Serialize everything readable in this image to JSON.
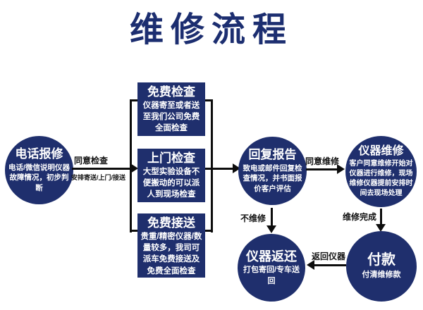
{
  "page": {
    "title": "维修流程"
  },
  "colors": {
    "node_fill": "#1f2f6d",
    "title_text": "#1c2e70",
    "line": "#0d0d0d",
    "node_text": "#ffffff"
  },
  "nodes": {
    "phone": {
      "title": "电话报修",
      "body": "电话/微信说明仪器故障情况，初步判断"
    },
    "free_check": {
      "title": "免费检查",
      "body": "仪器寄至或者送至我们公司免费全面检查"
    },
    "onsite_check": {
      "title": "上门检查",
      "body": "大型实验设备不便搬动的可以派人到现场检查"
    },
    "free_pickup": {
      "title": "免费接送",
      "body": "贵重/精密仪器/数量较多，我司可派车免费接送及免费全面检查"
    },
    "report": {
      "title": "回复报告",
      "body": "致电或邮件回复检查情况，并书面报价客户评估"
    },
    "repair": {
      "title": "仪器维修",
      "body": "客户同意维修开始对仪器进行维修，现场维修仪器提前安排时间去现场处理"
    },
    "return": {
      "title": "仪器返还",
      "body": "打包寄回/专车送回"
    },
    "payment": {
      "title": "付款",
      "body": "付清维修款"
    }
  },
  "edges": {
    "agree_check": {
      "label_top": "同意检查",
      "label_bottom": "安排寄送/上门/接送"
    },
    "agree_repair": {
      "label": "同意维修"
    },
    "no_repair": {
      "label": "不维修"
    },
    "repair_done": {
      "label": "维修完成"
    },
    "return_instrument": {
      "label": "返回仪器"
    }
  }
}
